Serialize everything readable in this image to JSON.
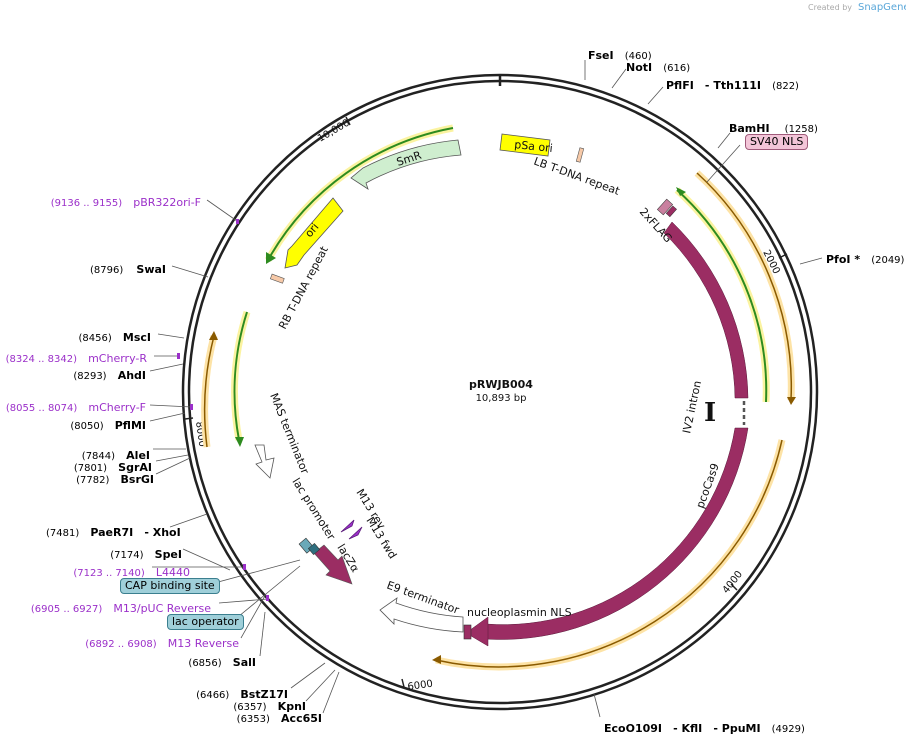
{
  "watermark": {
    "created_by": "Created by",
    "brand": "SnapGene"
  },
  "plasmid": {
    "name": "pRWJB004",
    "size": "10,893 bp"
  },
  "ticks": [
    "2000",
    "4000",
    "6000",
    "8000",
    "10,000"
  ],
  "features": {
    "psa_ori": "pSa ori",
    "lb_repeat": "LB T-DNA repeat",
    "smr": "SmR",
    "ori": "ori",
    "rb_repeat": "RB T-DNA repeat",
    "flag": "2xFLAG",
    "intron": "IV2 intron",
    "pcocas9": "pcoCas9",
    "np_nls": "nucleoplasmin NLS",
    "e9": "E9 terminator",
    "mas": "MAS terminator",
    "lac_promoter": "lac promoter",
    "laczalpha": "lacZα",
    "m13rev": "M13 rev",
    "m13fwd": "M13 fwd"
  },
  "boxed_labels": {
    "sv40": "SV40 NLS",
    "cap": "CAP binding site",
    "lacop": "lac operator"
  },
  "sites_top": {
    "fsei": {
      "name": "FseI",
      "pos": "(460)"
    },
    "noti": {
      "name": "NotI",
      "pos": "(616)"
    },
    "pflfi": {
      "name": "PflFI",
      "sep": "- Tth111I",
      "pos": "(822)"
    },
    "bamhi": {
      "name": "BamHI",
      "pos": "(1258)"
    },
    "pfoi": {
      "name": "PfoI *",
      "pos": "(2049)"
    },
    "eco": {
      "name": "EcoO109I",
      "sep1": "- KflI",
      "sep2": "- PpuMI",
      "pos": "(4929)"
    }
  },
  "sites_left": {
    "pbr": {
      "pos": "(9136 .. 9155)",
      "name": "pBR322ori-F"
    },
    "swai": {
      "pos": "(8796)",
      "name": "SwaI"
    },
    "msci": {
      "pos": "(8456)",
      "name": "MscI"
    },
    "mcherryr": {
      "pos": "(8324 .. 8342)",
      "name": "mCherry-R"
    },
    "ahdi": {
      "pos": "(8293)",
      "name": "AhdI"
    },
    "mcherryf": {
      "pos": "(8055 .. 8074)",
      "name": "mCherry-F"
    },
    "pflmi": {
      "pos": "(8050)",
      "name": "PflMI"
    },
    "alei": {
      "pos": "(7844)",
      "name": "AleI"
    },
    "sgrai": {
      "pos": "(7801)",
      "name": "SgrAI"
    },
    "bsrgi": {
      "pos": "(7782)",
      "name": "BsrGI"
    },
    "paer7i": {
      "pos": "(7481)",
      "name": "PaeR7I",
      "sep": "- XhoI"
    },
    "spei": {
      "pos": "(7174)",
      "name": "SpeI"
    },
    "l4440": {
      "pos": "(7123 .. 7140)",
      "name": "L4440"
    },
    "m13puc": {
      "pos": "(6905 .. 6927)",
      "name": "M13/pUC Reverse"
    },
    "m13r": {
      "pos": "(6892 .. 6908)",
      "name": "M13 Reverse"
    },
    "sali": {
      "pos": "(6856)",
      "name": "SalI"
    },
    "bstz": {
      "pos": "(6466)",
      "name": "BstZ17I"
    },
    "kpni": {
      "pos": "(6357)",
      "name": "KpnI"
    },
    "acc": {
      "pos": "(6353)",
      "name": "Acc65I"
    }
  },
  "colors": {
    "cas9": "#9b2d63",
    "primer": "#9b30c9",
    "yellow": "#ffff00",
    "green_arrow": "#cfeecf",
    "orange": "#f5a623",
    "label_box_pink": "#f3c5d8",
    "label_box_teal": "#9fcfd9"
  }
}
